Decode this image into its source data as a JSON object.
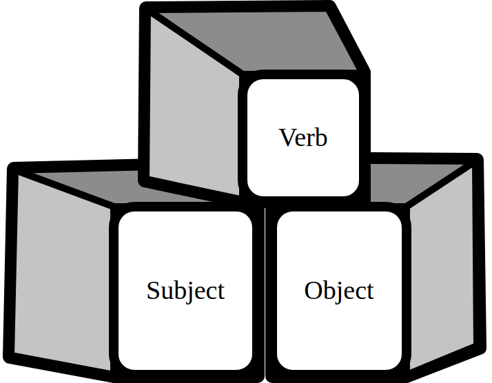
{
  "diagram": {
    "nodes": [
      {
        "text": [
          "Verb"
        ]
      },
      {
        "text": [
          "Subject"
        ]
      },
      {
        "text": [
          "Object"
        ]
      }
    ]
  }
}
